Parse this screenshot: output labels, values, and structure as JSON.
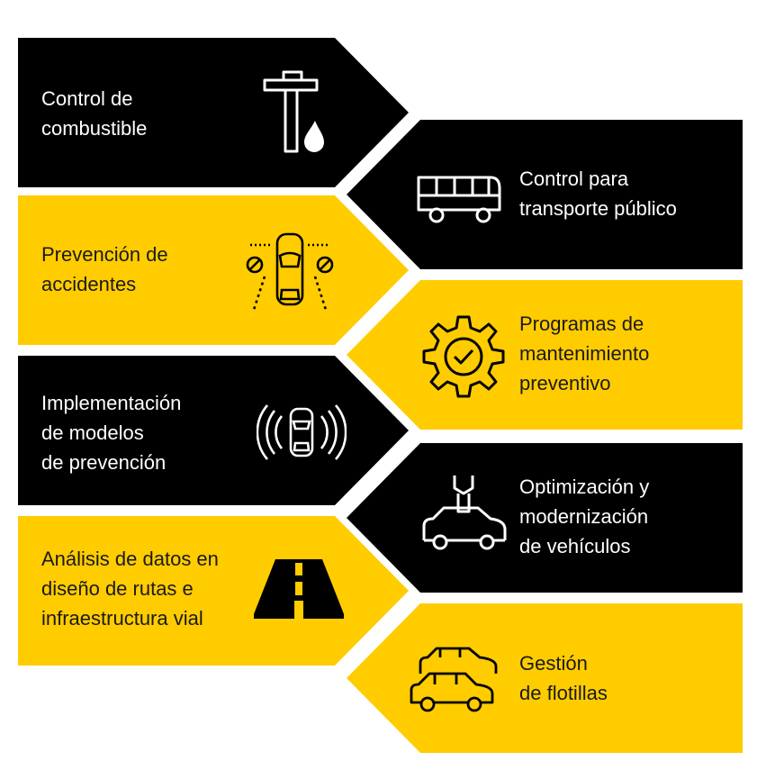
{
  "colors": {
    "black": "#000000",
    "yellow": "#FFCC00",
    "white": "#FFFFFF"
  },
  "left_column": [
    {
      "label": "Control de\ncombustible",
      "theme": "dark",
      "icon": "fuel-pump-icon"
    },
    {
      "label": "Prevención de\naccidentes",
      "theme": "yellow",
      "icon": "car-sensors-icon"
    },
    {
      "label": "Implementación\nde modelos\nde prevención",
      "theme": "dark",
      "icon": "car-radar-icon"
    },
    {
      "label": "Análisis de datos en\ndiseño de rutas e\ninfraestructura vial",
      "theme": "yellow",
      "icon": "road-icon"
    }
  ],
  "right_column": [
    {
      "label": "Control para\ntransporte público",
      "theme": "dark",
      "icon": "bus-icon"
    },
    {
      "label": "Programas de\nmantenimiento\npreventivo",
      "theme": "yellow",
      "icon": "gear-check-icon"
    },
    {
      "label": "Optimización y\nmodernización\nde vehículos",
      "theme": "dark",
      "icon": "car-wrench-icon"
    },
    {
      "label": "Gestión\nde flotillas",
      "theme": "yellow",
      "icon": "fleet-cars-icon"
    }
  ]
}
